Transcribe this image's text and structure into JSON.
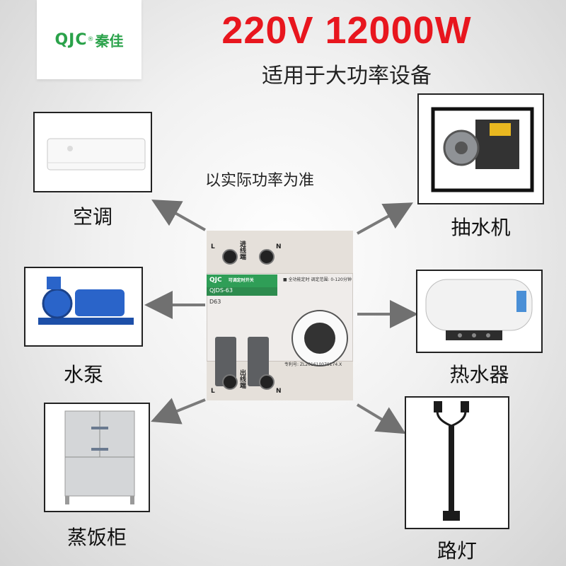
{
  "logo": {
    "text": "QJC",
    "reg": "®",
    "cn": "秦佳"
  },
  "headline": "220V 12000W",
  "subline": "适用于大功率设备",
  "note": "以实际功率为准",
  "device": {
    "terminal_top_L": "L",
    "terminal_top_N": "N",
    "terminal_bot_L": "L",
    "terminal_bot_N": "N",
    "in_label": "进线端",
    "out_label": "出线端",
    "brand": "QJC",
    "brand_desc": "可调定时开关",
    "model": "QJDS-63",
    "breaker_rating": "D63",
    "timer_desc": "■ 全功能定时 调定范围: 0-120分钟",
    "patent": "专利号: ZL201610070174.X"
  },
  "appliances": {
    "air_conditioner": "空调",
    "water_pump": "水泵",
    "steamer_cabinet": "蒸饭柜",
    "pumping_machine": "抽水机",
    "water_heater": "热水器",
    "street_lamp": "路灯"
  },
  "colors": {
    "headline": "#e8161e",
    "brand": "#2aa24a",
    "arrow": "#707070"
  }
}
